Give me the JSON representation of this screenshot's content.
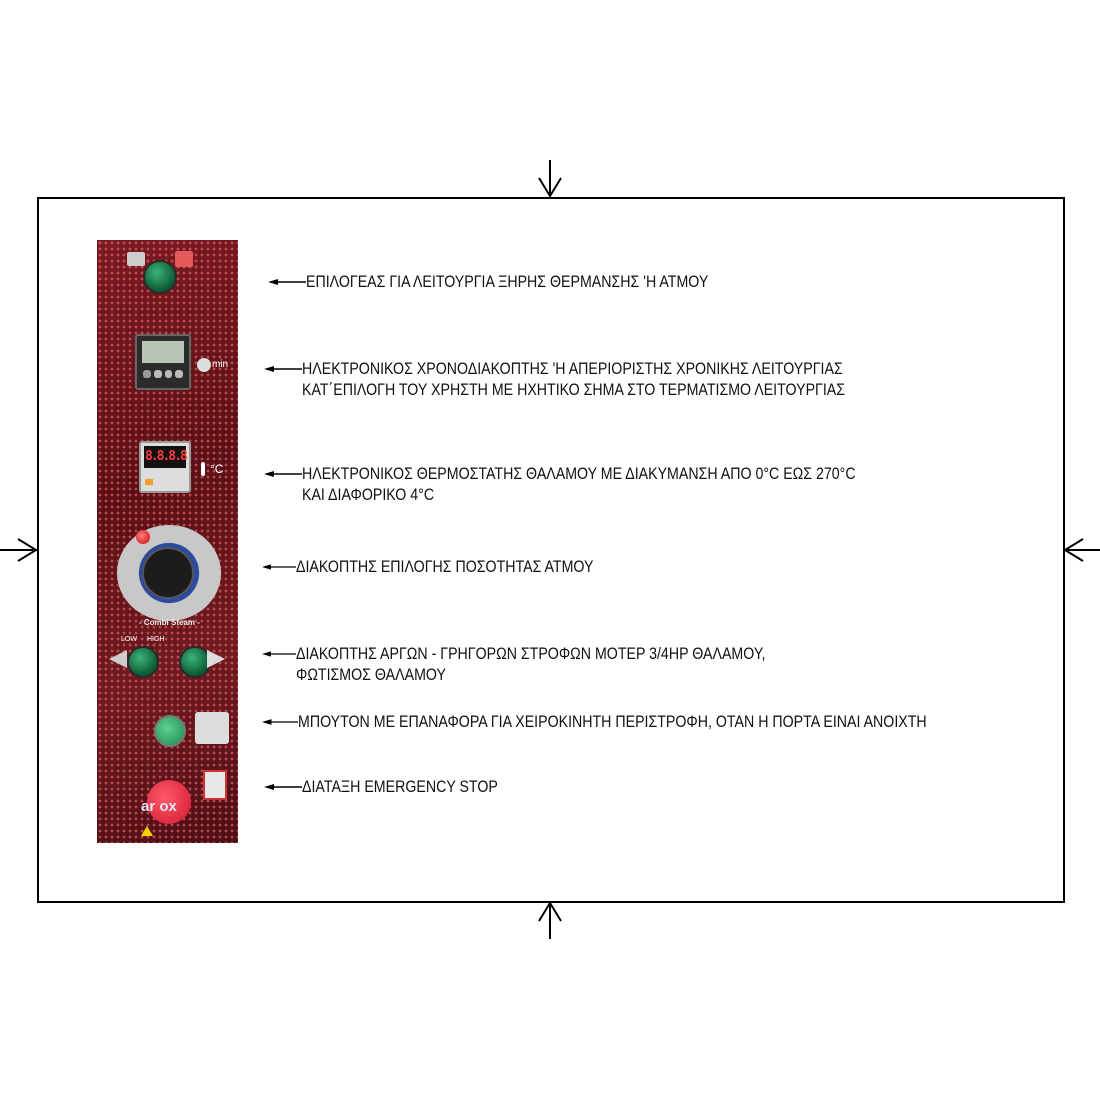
{
  "panel": {
    "timer_unit": "min",
    "temp_unit": "°C",
    "thermostat_display": "8.8.8.8",
    "steam_dial_label": "- Combi Steam -",
    "fan_low_label": "LOW",
    "fan_high_label": "HIGH",
    "brand": "ar  ox"
  },
  "annotations": [
    {
      "lines": [
        "ΕΠΙΛΟΓΕΑΣ ΓΙΑ ΛΕΙΤΟΥΡΓΙΑ ΞΗΡΗΣ ΘΕΡΜΑΝΣΗΣ 'Η ΑΤΜΟΥ"
      ]
    },
    {
      "lines": [
        "ΗΛΕΚΤΡΟΝΙΚΟΣ ΧΡΟΝΟΔΙΑΚΟΠΤΗΣ 'Η ΑΠΕΡΙΟΡΙΣΤΗΣ ΧΡΟΝΙΚΗΣ ΛΕΙΤΟΥΡΓΙΑΣ",
        "ΚΑΤ΄ΕΠΙΛΟΓΗ ΤΟΥ ΧΡΗΣΤΗ ΜΕ ΗΧΗΤΙΚΟ ΣΗΜΑ ΣΤΟ ΤΕΡΜΑΤΙΣΜΟ ΛΕΙΤΟΥΡΓΙΑΣ"
      ]
    },
    {
      "lines": [
        "ΗΛΕΚΤΡΟΝΙΚΟΣ ΘΕΡΜΟΣΤΑΤΗΣ ΘΑΛΑΜΟΥ ΜΕ ΔΙΑΚΥΜΑΝΣΗ ΑΠΟ 0°C ΕΩΣ 270°C",
        "ΚΑΙ ΔΙΑΦΟΡΙΚΟ 4°C"
      ]
    },
    {
      "lines": [
        "ΔΙΑΚΟΠΤΗΣ ΕΠΙΛΟΓΗΣ ΠΟΣΟΤΗΤΑΣ ΑΤΜΟΥ"
      ]
    },
    {
      "lines": [
        "ΔΙΑΚΟΠΤΗΣ ΑΡΓΩΝ - ΓΡΗΓΟΡΩΝ ΣΤΡΟΦΩΝ ΜΟΤΕΡ 3/4HP ΘΑΛΑΜΟΥ,",
        "ΦΩΤΙΣΜΟΣ ΘΑΛΑΜΟΥ"
      ]
    },
    {
      "lines": [
        "ΜΠΟΥΤΟΝ ΜΕ ΕΠΑΝΑΦΟΡΑ ΓΙΑ ΧΕΙΡΟΚΙΝΗΤΗ ΠΕΡΙΣΤΡΟΦΗ, ΟΤΑΝ Η ΠΟΡΤΑ ΕΙΝΑΙ ΑΝΟΙΧΤΗ"
      ]
    },
    {
      "lines": [
        "ΔΙΑΤΑΞΗ EMERGENCY STOP"
      ]
    }
  ]
}
